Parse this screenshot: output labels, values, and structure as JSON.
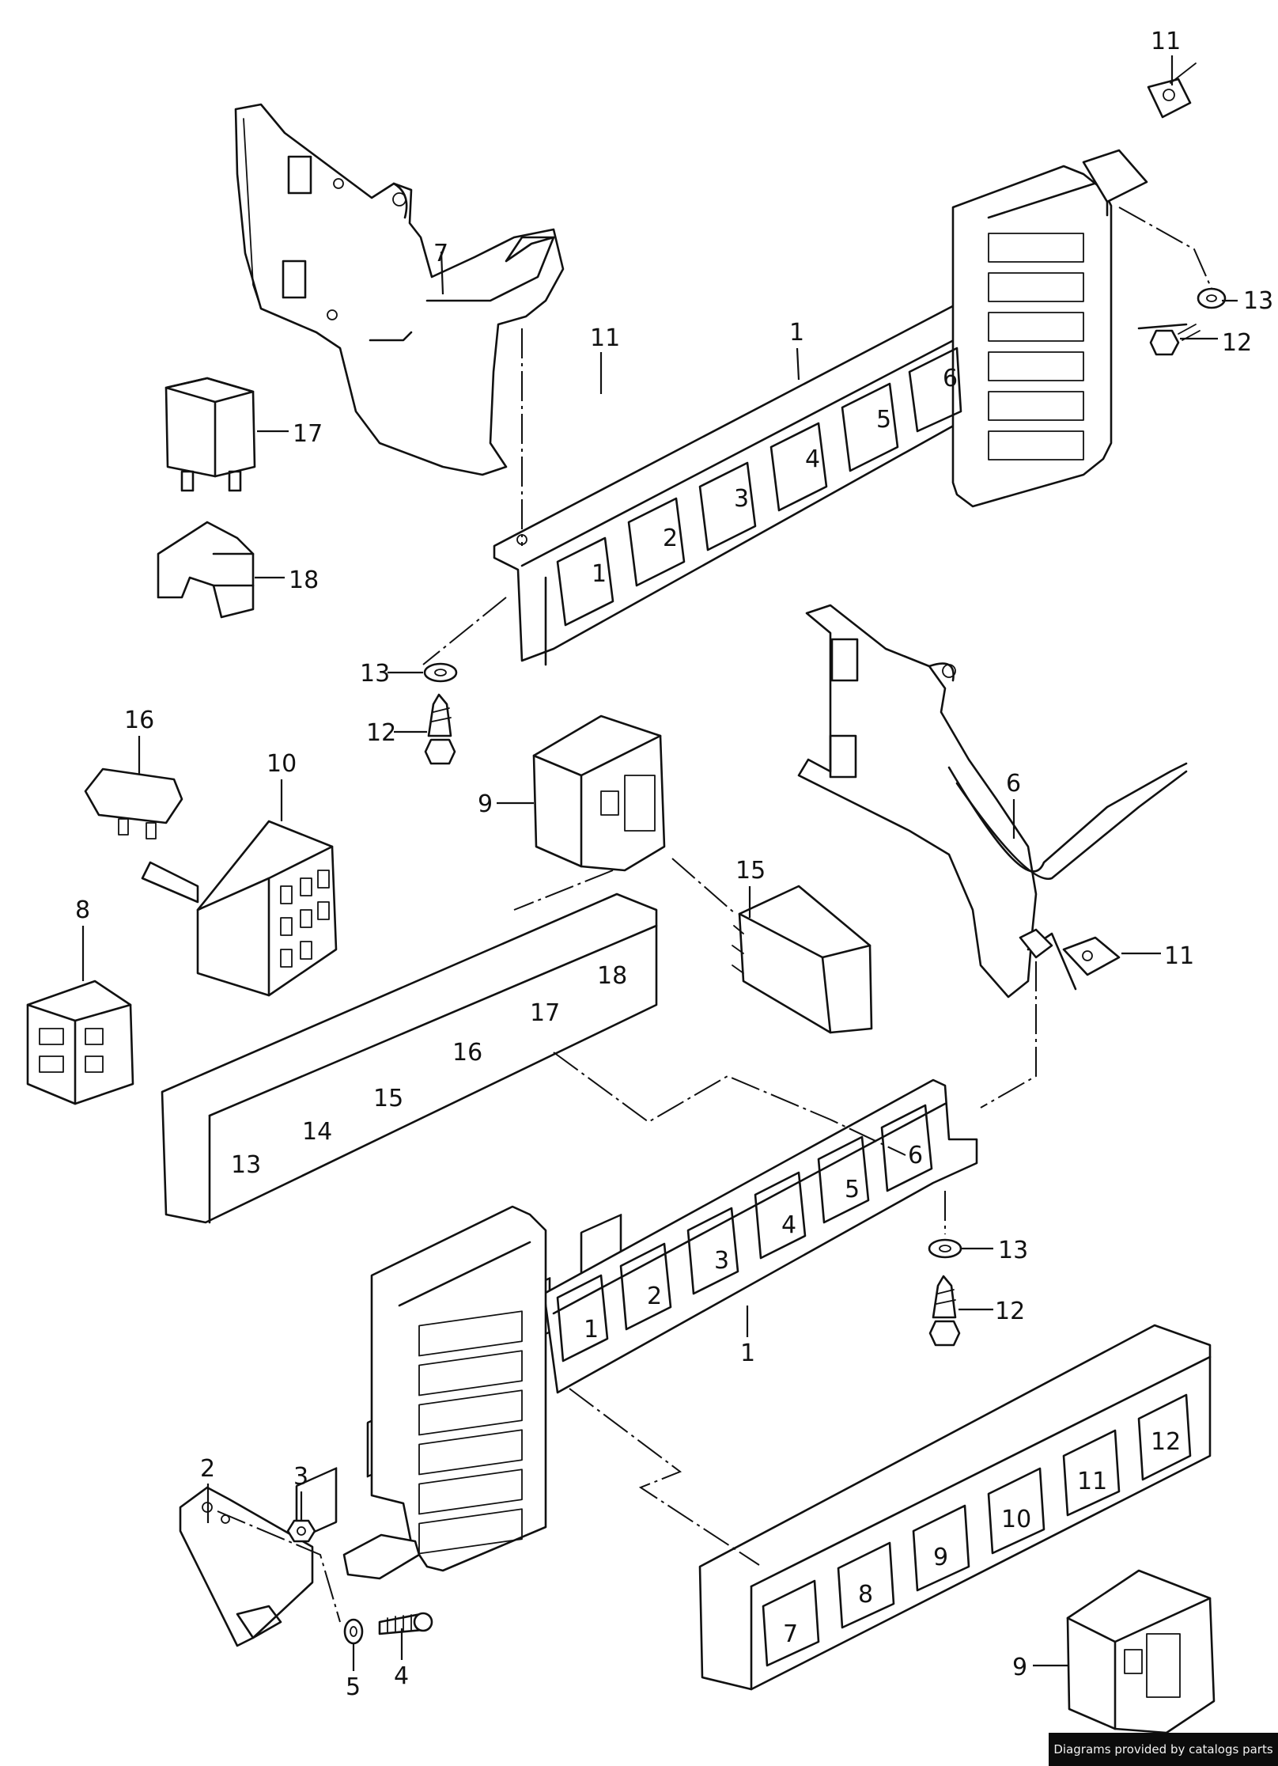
{
  "callouts": {
    "c1_top": "1",
    "c1_bottom": "1",
    "c2": "2",
    "c3": "3",
    "c4": "4",
    "c5": "5",
    "c6": "6",
    "c7": "7",
    "c8": "8",
    "c9_top": "9",
    "c9_bottom": "9",
    "c10": "10",
    "c11_topright": "11",
    "c11_topmid": "11",
    "c11_right": "11",
    "c12_topright": "12",
    "c12_left": "12",
    "c12_right": "12",
    "c13_topright": "13",
    "c13_left": "13",
    "c13_right": "13",
    "c15": "15",
    "c16": "16",
    "c17": "17",
    "c18": "18"
  },
  "slots": {
    "top_plate": [
      "1",
      "2",
      "3",
      "4",
      "5",
      "6"
    ],
    "bottom_plate": [
      "1",
      "2",
      "3",
      "4",
      "5",
      "6"
    ],
    "upper_row": [
      "13",
      "14",
      "15",
      "16",
      "17",
      "18"
    ],
    "lower_row": [
      "7",
      "8",
      "9",
      "10",
      "11",
      "12"
    ]
  },
  "watermark": "Diagrams provided by catalogs parts"
}
